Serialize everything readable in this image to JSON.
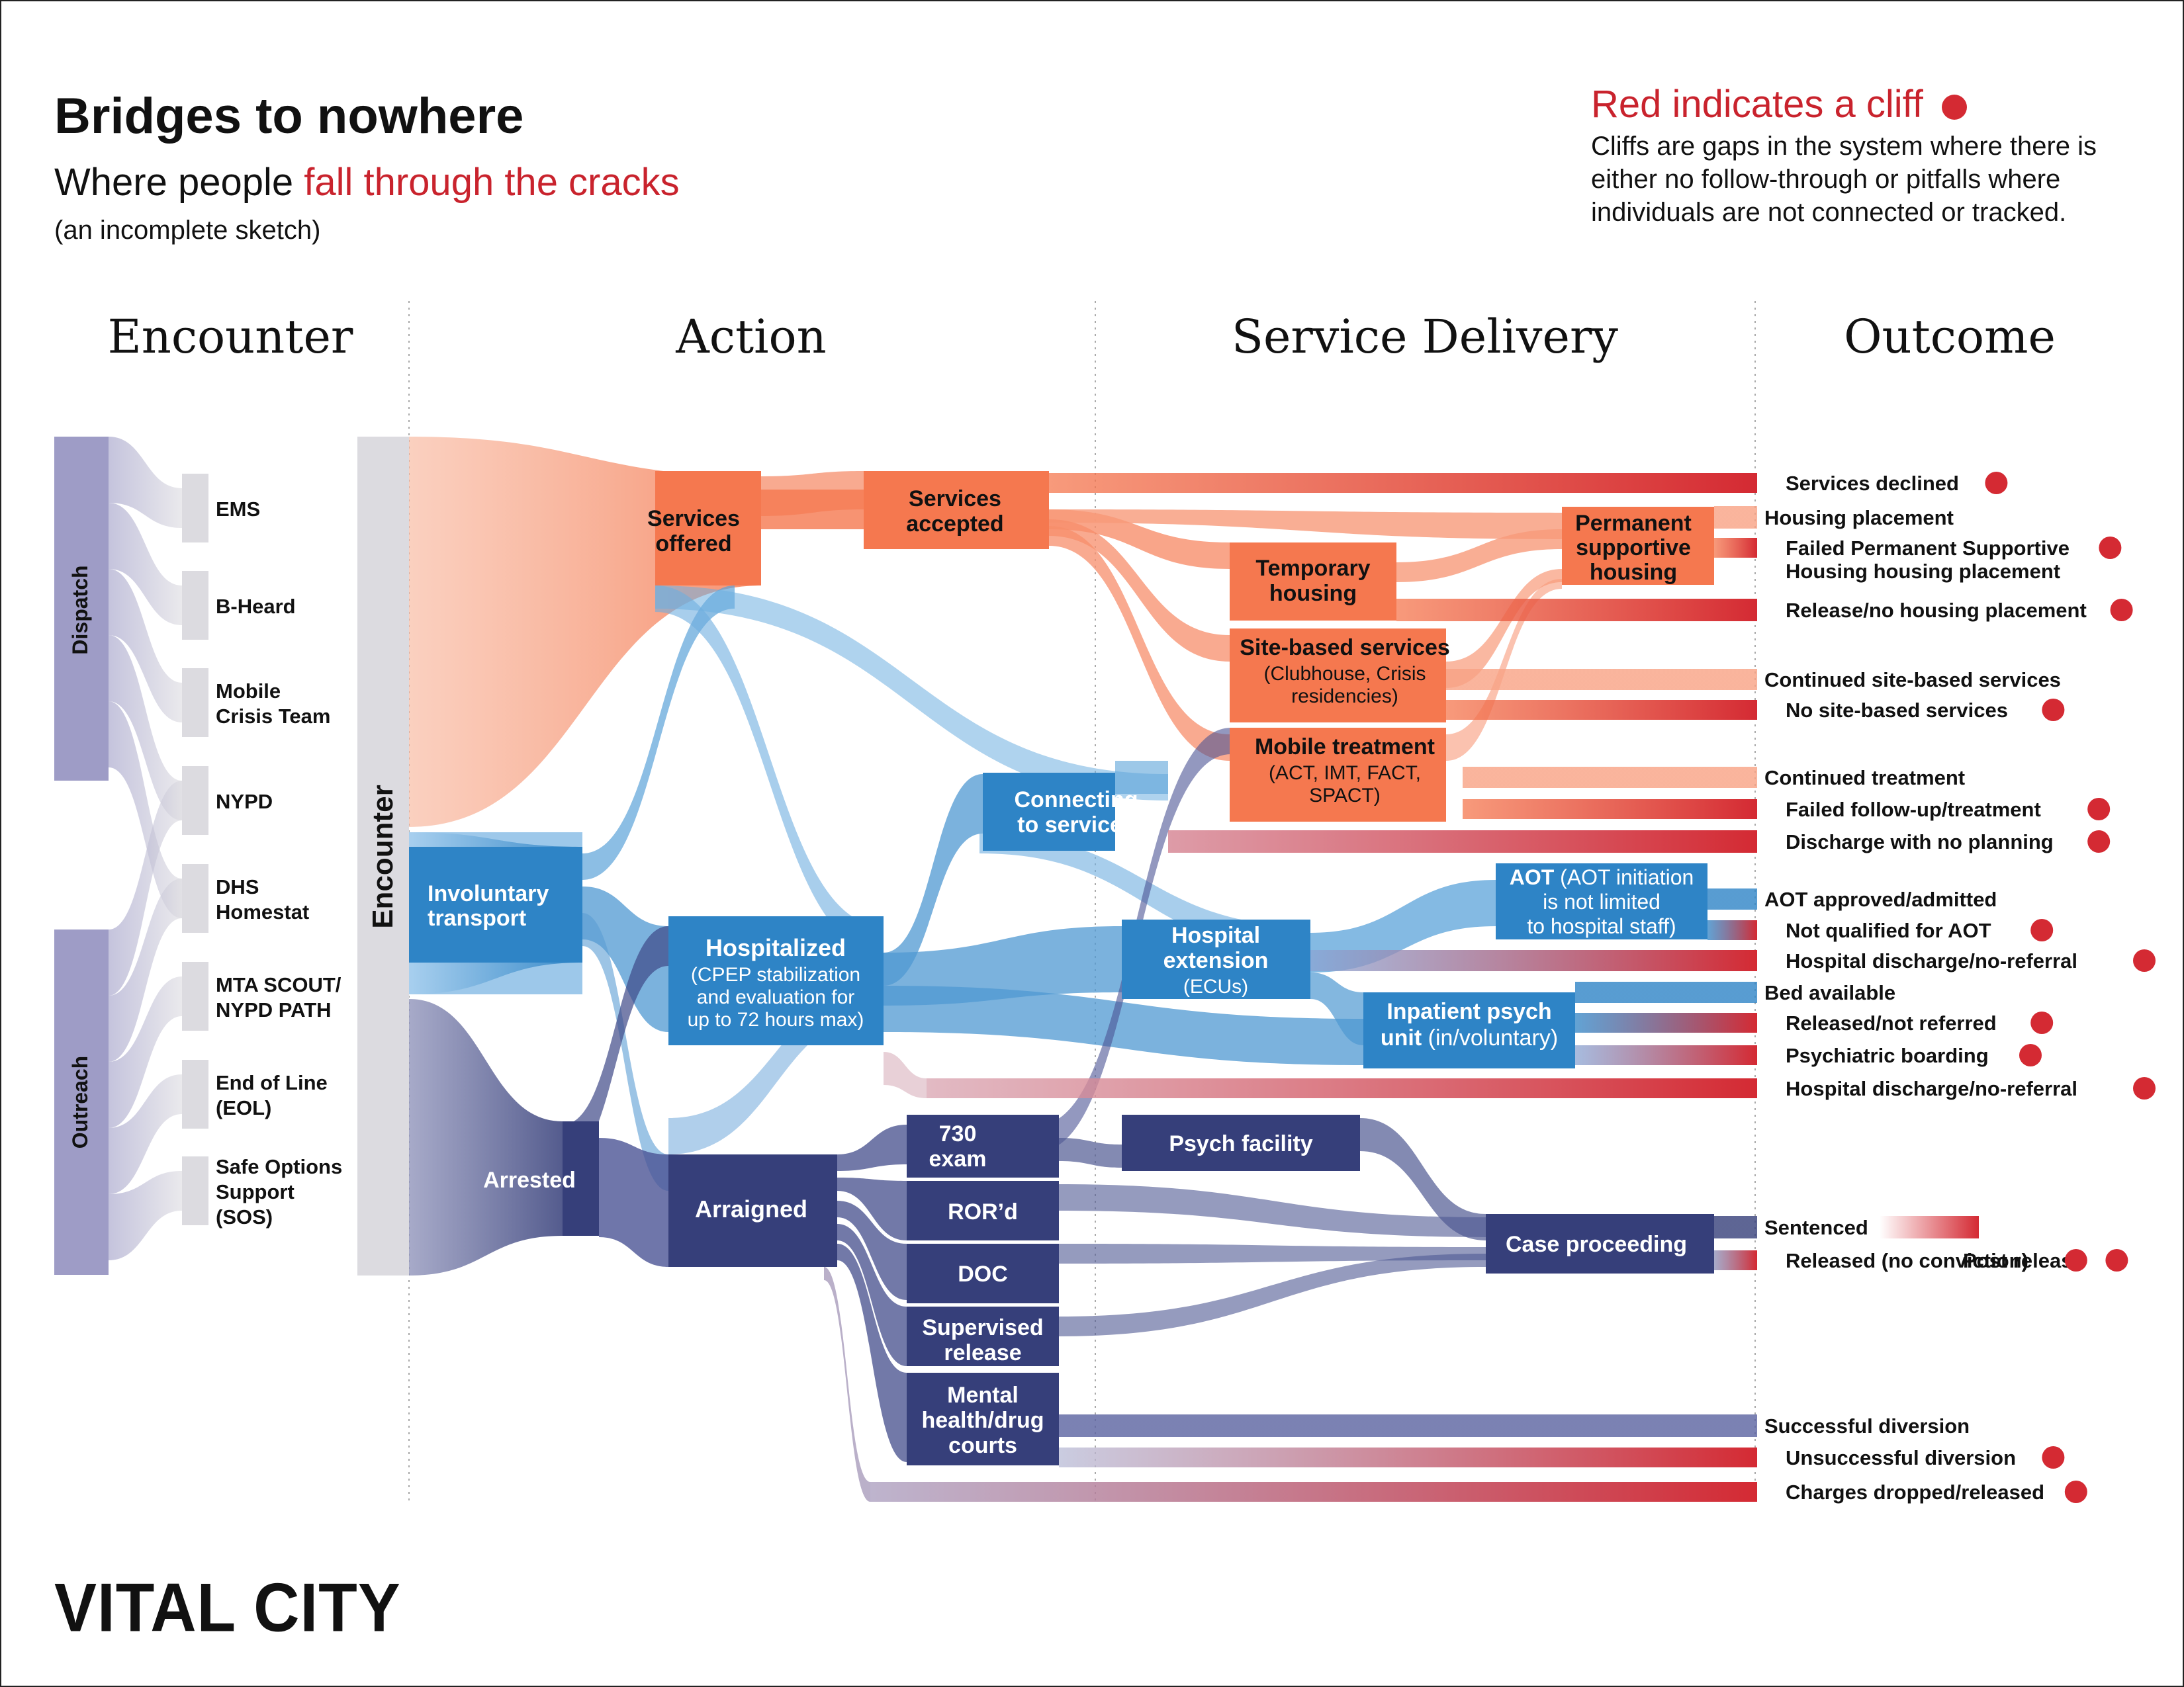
{
  "header": {
    "title": "Bridges to nowhere",
    "subtitle_lead": "Where people ",
    "subtitle_red": "fall through the cracks",
    "note": "(an incomplete sketch)"
  },
  "legend": {
    "title": "Red indicates a cliff",
    "text": "Cliffs are gaps in the system where there is either no follow-through or pitfalls where individuals are not connected or tracked."
  },
  "stages": [
    "Encounter",
    "Action",
    "Service Delivery",
    "Outcome"
  ],
  "colors": {
    "red": "#d42a33",
    "orange": "#f5784f",
    "blue": "#2e84c6",
    "navy": "#363f7a",
    "lavender": "#9e9cc6",
    "gray": "#dcdbe0"
  },
  "groups": [
    {
      "id": "dispatch",
      "label": "Dispatch"
    },
    {
      "id": "outreach",
      "label": "Outreach"
    },
    {
      "id": "encounter_bar",
      "label": "Encounter"
    }
  ],
  "sources": [
    {
      "id": "ems",
      "lines": [
        "EMS"
      ]
    },
    {
      "id": "bheard",
      "lines": [
        "B-Heard"
      ]
    },
    {
      "id": "mct",
      "lines": [
        "Mobile",
        "Crisis Team"
      ]
    },
    {
      "id": "nypd",
      "lines": [
        "NYPD"
      ]
    },
    {
      "id": "dhs",
      "lines": [
        "DHS",
        "Homestat"
      ]
    },
    {
      "id": "mta",
      "lines": [
        "MTA SCOUT/",
        "NYPD PATH"
      ]
    },
    {
      "id": "eol",
      "lines": [
        "End of Line",
        "(EOL)"
      ]
    },
    {
      "id": "sos",
      "lines": [
        "Safe Options",
        "Support",
        "(SOS)"
      ]
    }
  ],
  "nodes": [
    {
      "id": "services_offered",
      "title": [
        "Services",
        "offered"
      ],
      "sub": [],
      "color": "orange"
    },
    {
      "id": "services_accepted",
      "title": [
        "Services",
        "accepted"
      ],
      "sub": [],
      "color": "orange"
    },
    {
      "id": "temporary_housing",
      "title": [
        "Temporary",
        "housing"
      ],
      "sub": [],
      "color": "orange"
    },
    {
      "id": "psh",
      "title": [
        "Permanent",
        "supportive",
        "housing"
      ],
      "sub": [],
      "color": "orange"
    },
    {
      "id": "site_based",
      "title": [
        "Site-based services"
      ],
      "sub": [
        "(Clubhouse, Crisis",
        "residencies)"
      ],
      "color": "orange"
    },
    {
      "id": "mobile_treatment",
      "title": [
        "Mobile treatment"
      ],
      "sub": [
        "(ACT, IMT, FACT,",
        "SPACT)"
      ],
      "color": "orange"
    },
    {
      "id": "involuntary_transport",
      "title": [
        "Involuntary",
        "transport"
      ],
      "sub": [],
      "color": "blue"
    },
    {
      "id": "hospitalized",
      "title": [
        "Hospitalized"
      ],
      "sub": [
        "(CPEP stabilization",
        "and evaluation for",
        "up to 72 hours max)"
      ],
      "color": "blue"
    },
    {
      "id": "connecting",
      "title": [
        "Connecting",
        "to services"
      ],
      "sub": [],
      "color": "blue"
    },
    {
      "id": "hospital_extension",
      "title": [
        "Hospital",
        "extension"
      ],
      "sub": [
        "(ECUs)"
      ],
      "color": "blue"
    },
    {
      "id": "aot",
      "title": [],
      "sub": [],
      "lines": [
        "AOT (AOT initiation",
        "is not limited",
        "to hospital staff)"
      ],
      "color": "blue"
    },
    {
      "id": "inpatient",
      "title": [
        "Inpatient psych",
        "unit (in/voluntary)"
      ],
      "sub": [],
      "color": "blue"
    },
    {
      "id": "arrested",
      "title": [
        "Arrested"
      ],
      "sub": [],
      "color": "navy"
    },
    {
      "id": "arraigned",
      "title": [
        "Arraigned"
      ],
      "sub": [],
      "color": "navy"
    },
    {
      "id": "exam730",
      "title": [
        "730",
        "exam"
      ],
      "sub": [],
      "color": "navy"
    },
    {
      "id": "rord",
      "title": [
        "ROR’d"
      ],
      "sub": [],
      "color": "navy"
    },
    {
      "id": "doc",
      "title": [
        "DOC"
      ],
      "sub": [],
      "color": "navy"
    },
    {
      "id": "supervised",
      "title": [
        "Supervised",
        "release"
      ],
      "sub": [],
      "color": "navy"
    },
    {
      "id": "mhcourts",
      "title": [
        "Mental",
        "health/drug",
        "courts"
      ],
      "sub": [],
      "color": "navy"
    },
    {
      "id": "psych_facility",
      "title": [
        "Psych facility"
      ],
      "sub": [],
      "color": "navy"
    },
    {
      "id": "case_proceeding",
      "title": [
        "Case proceeding"
      ],
      "sub": [],
      "color": "navy"
    }
  ],
  "outcomes": [
    {
      "id": "o1",
      "text": "Services declined",
      "cliff": true
    },
    {
      "id": "o2",
      "text": "Housing placement",
      "cliff": false
    },
    {
      "id": "o3",
      "text": "Failed Permanent Supportive",
      "text2": "Housing housing placement",
      "cliff": true
    },
    {
      "id": "o4",
      "text": "Release/no housing placement",
      "cliff": true
    },
    {
      "id": "o5",
      "text": "Continued site-based services",
      "cliff": false
    },
    {
      "id": "o6",
      "text": "No site-based services",
      "cliff": true
    },
    {
      "id": "o7",
      "text": "Continued treatment",
      "cliff": false
    },
    {
      "id": "o8",
      "text": "Failed follow-up/treatment",
      "cliff": true
    },
    {
      "id": "o9",
      "text": "Discharge with no planning",
      "cliff": true
    },
    {
      "id": "o10",
      "text": "AOT approved/admitted",
      "cliff": false
    },
    {
      "id": "o11",
      "text": "Not qualified for AOT",
      "cliff": true
    },
    {
      "id": "o12",
      "text": "Hospital discharge/no-referral",
      "cliff": true
    },
    {
      "id": "o13",
      "text": "Bed available",
      "cliff": false
    },
    {
      "id": "o14",
      "text": "Released/not referred",
      "cliff": true
    },
    {
      "id": "o15",
      "text": "Psychiatric boarding",
      "cliff": true
    },
    {
      "id": "o16",
      "text": "Hospital discharge/no-referral",
      "cliff": true
    },
    {
      "id": "o17",
      "text": "Sentenced",
      "cliff": false
    },
    {
      "id": "o18",
      "text": "Post release",
      "cliff": true
    },
    {
      "id": "o19",
      "text": "Released (no conviction)",
      "cliff": true
    },
    {
      "id": "o20",
      "text": "Successful diversion",
      "cliff": false
    },
    {
      "id": "o21",
      "text": "Unsuccessful diversion",
      "cliff": true
    },
    {
      "id": "o22",
      "text": "Charges dropped/released",
      "cliff": true
    }
  ],
  "footer": {
    "brand": "VITAL CITY"
  }
}
